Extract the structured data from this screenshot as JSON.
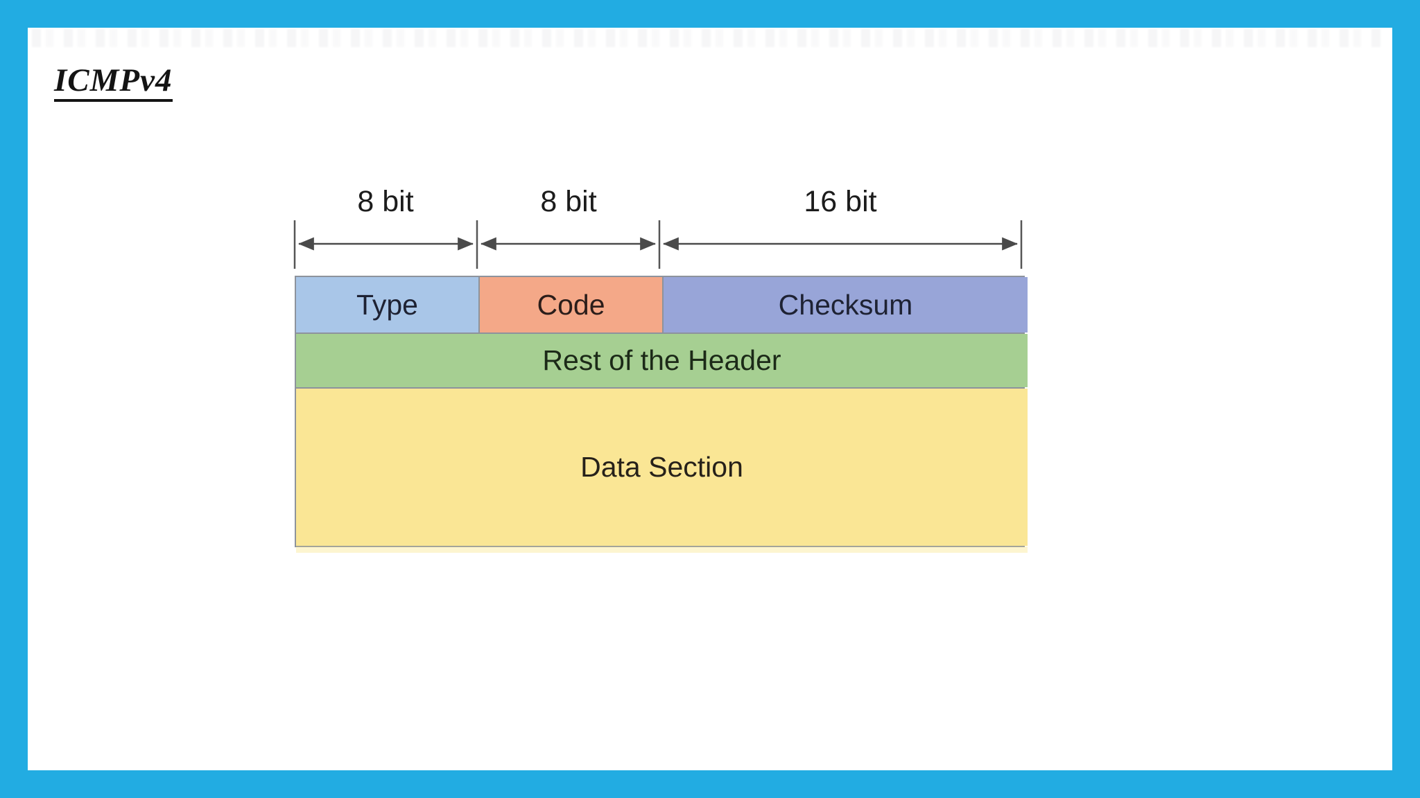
{
  "page": {
    "title": "ICMPv4",
    "border_color": "#22ace2",
    "sheet_color": "#ffffff",
    "title_color": "#141414"
  },
  "diagram": {
    "type": "packet-structure",
    "arrow_color": "#4a4a4a",
    "label_color": "#1c1c1c",
    "header_fields": [
      {
        "label": "Type",
        "bits": "8 bit",
        "color": "#a9c6e8",
        "text_color": "#1e2233"
      },
      {
        "label": "Code",
        "bits": "8 bit",
        "color": "#f4a888",
        "text_color": "#2b1d1a"
      },
      {
        "label": "Checksum",
        "bits": "16 bit",
        "color": "#98a5d8",
        "text_color": "#1e2233"
      }
    ],
    "rows": [
      {
        "label": "Rest of the Header",
        "color": "#a6cf92",
        "text_color": "#1c2a18"
      },
      {
        "label": "Data Section",
        "color": "#fae695",
        "text_color": "#26211a"
      }
    ]
  }
}
